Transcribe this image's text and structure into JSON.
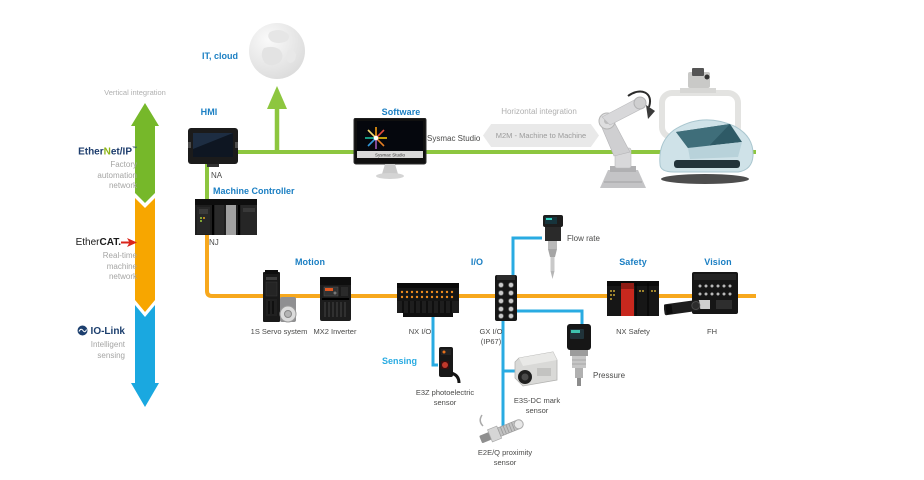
{
  "colors": {
    "green": "#76b82a",
    "green_line": "#8dc63f",
    "orange": "#f7a81d",
    "io_link_blue": "#29abe2",
    "label_blue": "#1b7fc3",
    "gray_text": "#a5a5a4",
    "dark_text": "#4a4a49"
  },
  "left_panel": {
    "vertical_integration": "Vertical integration",
    "ethernet_ip": {
      "prefix": "Ether",
      "accent": "N",
      "suffix": "et/IP",
      "tm": "™",
      "desc": "Factory\nautomation\nnetwork"
    },
    "ethercat": {
      "prefix": "Ether",
      "bold": "CAT.",
      "desc": "Real-time\nmachine\nnetwork"
    },
    "io_link": {
      "name": "IO-Link",
      "desc": "Intelligent\nsensing"
    }
  },
  "cloud": {
    "label": "IT, cloud"
  },
  "top_row": {
    "hmi": {
      "label": "HMI",
      "model": "NA"
    },
    "controller": {
      "label": "Machine Controller",
      "model": "NJ"
    },
    "software": {
      "label": "Software",
      "caption": "Sysmac Studio",
      "screen_title": "Sysmac Studio"
    },
    "horizontal_integration": "Horizontal integration",
    "m2m": "M2M - Machine to Machine"
  },
  "device_row": {
    "motion": {
      "label": "Motion",
      "servo": "1S Servo system",
      "inverter": "MX2 Inverter"
    },
    "nx_io": "NX I/O",
    "io": {
      "label": "I/O",
      "gx": "GX I/O\n(IP67)"
    },
    "safety": {
      "label": "Safety",
      "device": "NX Safety"
    },
    "vision": {
      "label": "Vision",
      "device": "FH"
    }
  },
  "sensors": {
    "sensing_label": "Sensing",
    "flow": "Flow rate",
    "pressure": "Pressure",
    "e3z": "E3Z photoelectric\nsensor",
    "e3s": "E3S-DC mark\nsensor",
    "e2e": "E2E/Q proximity\nsensor"
  }
}
